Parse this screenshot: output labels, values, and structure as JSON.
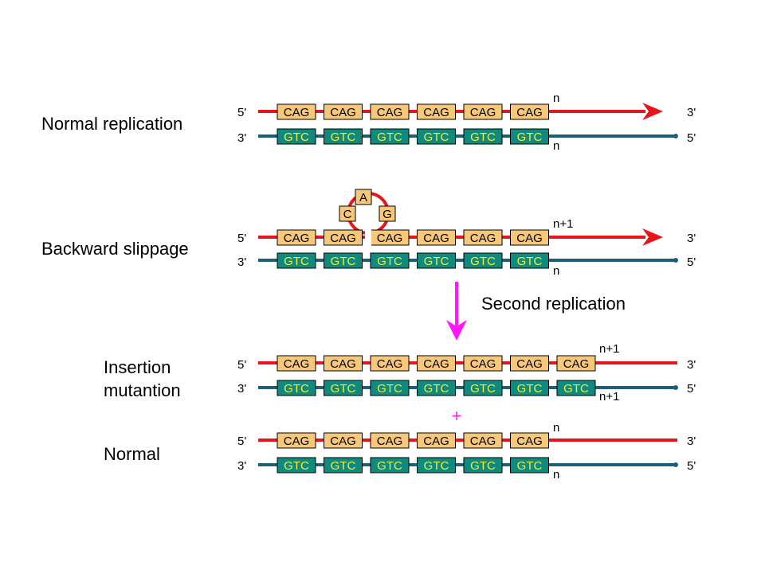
{
  "colors": {
    "top_strand": "#e8141b",
    "bottom_strand": "#1c5f78",
    "cag_box": "#f7c77a",
    "gtc_box": "#0e8a7e",
    "gtc_text": "#f2ee3a",
    "loop": "#e8141b",
    "arrow": "#ff18ff"
  },
  "rows": {
    "normal_replication": {
      "label": "Normal replication",
      "top_left": "5'",
      "top_right": "3'",
      "bottom_left": "3'",
      "bottom_right": "5'",
      "top_repeat": "CAG",
      "bottom_repeat": "GTC",
      "top_count": "n",
      "bottom_count": "n"
    },
    "backward_slippage": {
      "label": "Backward slippage",
      "top_left": "5'",
      "top_right": "3'",
      "bottom_left": "3'",
      "bottom_right": "5'",
      "top_repeat": "CAG",
      "bottom_repeat": "GTC",
      "top_count": "n+1",
      "bottom_count": "n",
      "loop_letters": [
        "C",
        "A",
        "G"
      ]
    },
    "insertion": {
      "label_line1": "Insertion",
      "label_line2": "mutantion",
      "top_left": "5'",
      "top_right": "3'",
      "bottom_left": "3'",
      "bottom_right": "5'",
      "top_repeat": "CAG",
      "bottom_repeat": "GTC",
      "top_count": "n+1",
      "bottom_count": "n+1"
    },
    "normal": {
      "label": "Normal",
      "top_left": "5'",
      "top_right": "3'",
      "bottom_left": "3'",
      "bottom_right": "5'",
      "top_repeat": "CAG",
      "bottom_repeat": "GTC",
      "top_count": "n",
      "bottom_count": "n"
    }
  },
  "second_replication": "Second replication",
  "plus": "+"
}
